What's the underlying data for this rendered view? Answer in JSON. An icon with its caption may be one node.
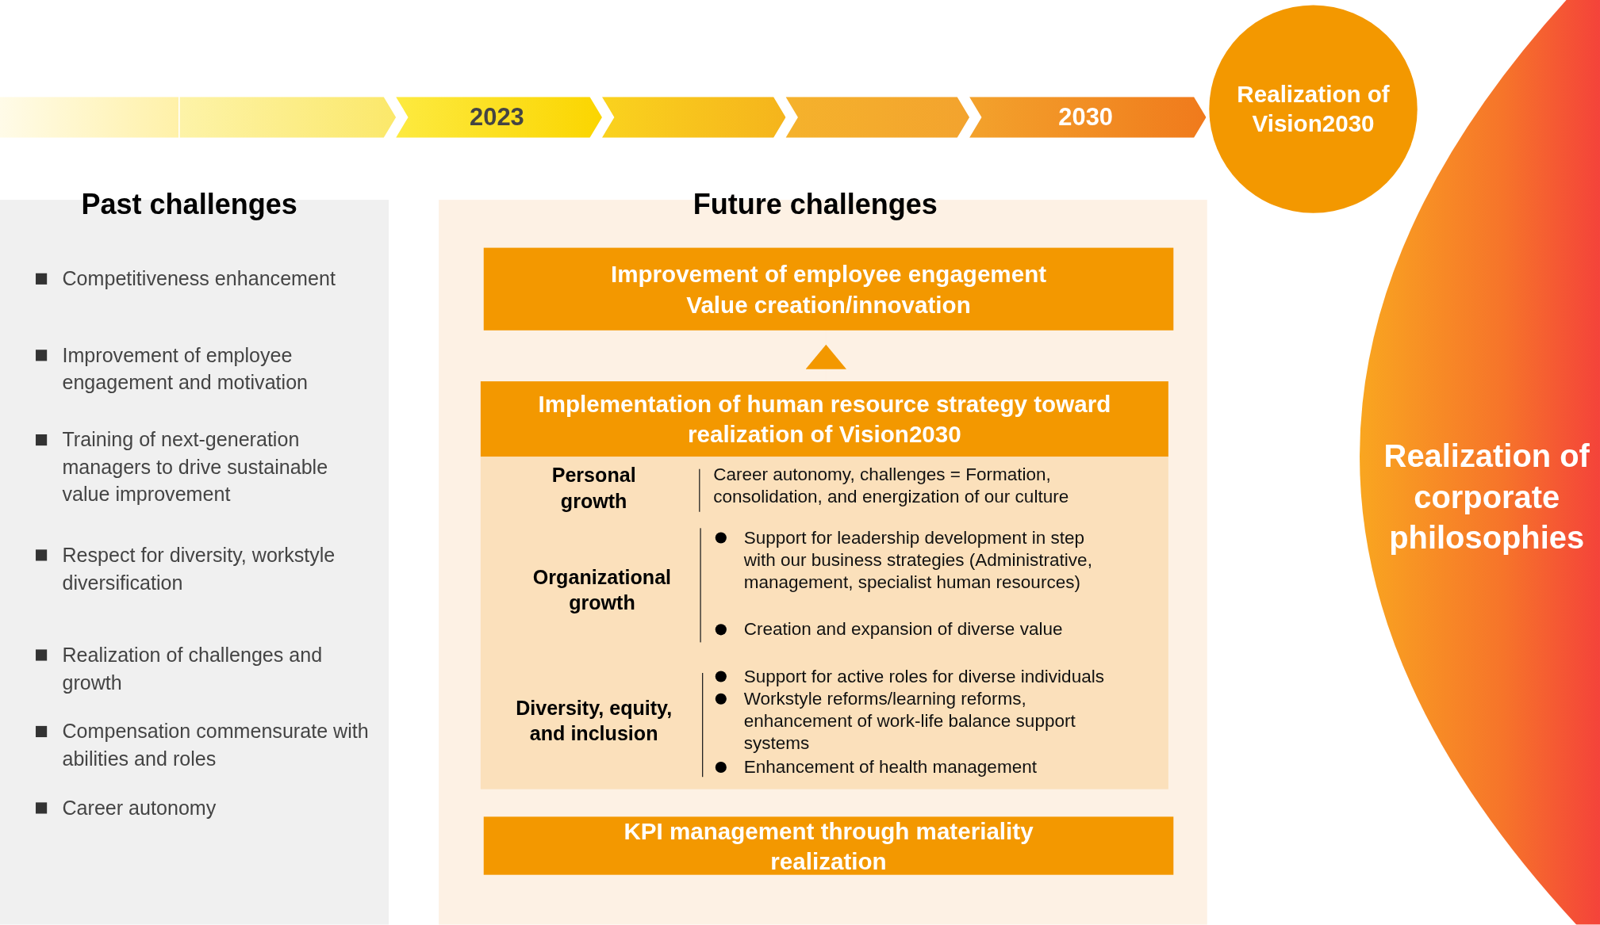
{
  "diagram": {
    "nodes": [
      {
        "text": [],
        "shape": "bar"
      },
      {
        "text": [],
        "shape": "chevron"
      },
      {
        "text": [
          "2023"
        ]
      },
      {
        "text": [],
        "shape": "chevron"
      },
      {
        "text": [],
        "shape": "chevron"
      },
      {
        "text": [
          "2030"
        ]
      },
      {
        "text": [
          "Realization of Vision2030"
        ]
      },
      {
        "text": [
          "Realization of corporate philosophies"
        ]
      },
      {
        "text": [
          "Past challenges",
          "Competitiveness enhancement",
          "Improvement of employee engagement and motivation",
          "Training of next-generation managers to drive sustainable value improvement",
          "Respect for diversity, workstyle diversification",
          "Realization of challenges and growth",
          "Compensation commensurate with abilities and roles",
          "Career autonomy"
        ]
      },
      {
        "text": [
          "Future challenges"
        ]
      },
      {
        "text": [
          "Improvement of employee engagement",
          "Value creation/innovation"
        ],
        "in": 9
      },
      {
        "text": [
          "Implementation of human resource strategy toward realization of Vision2030"
        ],
        "in": 9
      },
      {
        "text": [
          "Personal growth",
          "Career autonomy, challenges = Formation, consolidation, and energization of our culture",
          "Organizational growth",
          "Support for leadership development in step with our business strategies (Administrative, management, specialist human resources)",
          "Creation and expansion of diverse value",
          "Diversity, equity, and inclusion",
          "Support for active roles for diverse individuals",
          "Workstyle reforms/learning reforms, enhancement of work-life balance support systems",
          "Enhancement of health management"
        ],
        "in": 9
      },
      {
        "text": [
          "KPI management through materiality realization"
        ],
        "in": 9
      }
    ],
    "edges": [
      {
        "from": 11,
        "to": 10,
        "arrow": "to"
      }
    ]
  }
}
